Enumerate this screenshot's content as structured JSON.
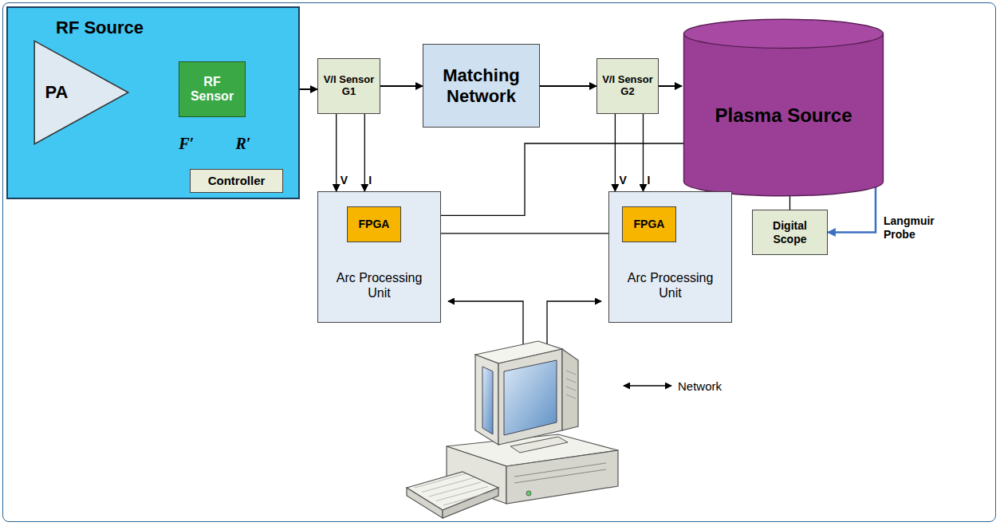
{
  "diagram": {
    "nodes": [
      {
        "text": [
          "RF Source"
        ]
      },
      {
        "text": [
          "PA"
        ],
        "in": 0
      },
      {
        "text": [
          "RF Sensor"
        ],
        "in": 0
      },
      {
        "text": [
          "Controller"
        ],
        "in": 0
      },
      {
        "text": [
          "V/I Sensor G1"
        ]
      },
      {
        "text": [
          "Matching Network"
        ]
      },
      {
        "text": [
          "V/I Sensor G2"
        ]
      },
      {
        "text": [
          "Plasma Source"
        ]
      },
      {
        "text": [
          "Arc Processing Unit"
        ]
      },
      {
        "text": [
          "FPGA"
        ],
        "in": 8
      },
      {
        "text": [
          "Arc Processing Unit"
        ]
      },
      {
        "text": [
          "FPGA"
        ],
        "in": 10
      },
      {
        "text": [
          "Digital Scope"
        ]
      }
    ],
    "edges": [
      {
        "from": 1,
        "to": 2,
        "arrow": "to"
      },
      {
        "from": 2,
        "to": 4,
        "arrow": "to"
      },
      {
        "from": 2,
        "to": 3,
        "label": "F′",
        "arrow": "to"
      },
      {
        "from": 2,
        "to": 3,
        "label": "R′",
        "arrow": "to"
      },
      {
        "from": 3,
        "to": 1,
        "arrow": "to"
      },
      {
        "from": 4,
        "to": 5,
        "arrow": "to"
      },
      {
        "from": 5,
        "to": 6,
        "arrow": "to"
      },
      {
        "from": 6,
        "to": 7,
        "arrow": "to"
      },
      {
        "from": 4,
        "to": 8,
        "label": "V",
        "arrow": "to"
      },
      {
        "from": 4,
        "to": 8,
        "label": "I",
        "arrow": "to"
      },
      {
        "from": 6,
        "to": 10,
        "label": "V",
        "arrow": "to"
      },
      {
        "from": 6,
        "to": 10,
        "label": "I",
        "arrow": "to"
      },
      {
        "from": 9,
        "to": 11,
        "arrow": "to"
      },
      {
        "from": 12,
        "to": 9,
        "arrow": "to"
      },
      {
        "from": 7,
        "to": 12,
        "label": "Langmuir Probe",
        "arrow": "to"
      }
    ],
    "labels": [
      "Network"
    ]
  }
}
